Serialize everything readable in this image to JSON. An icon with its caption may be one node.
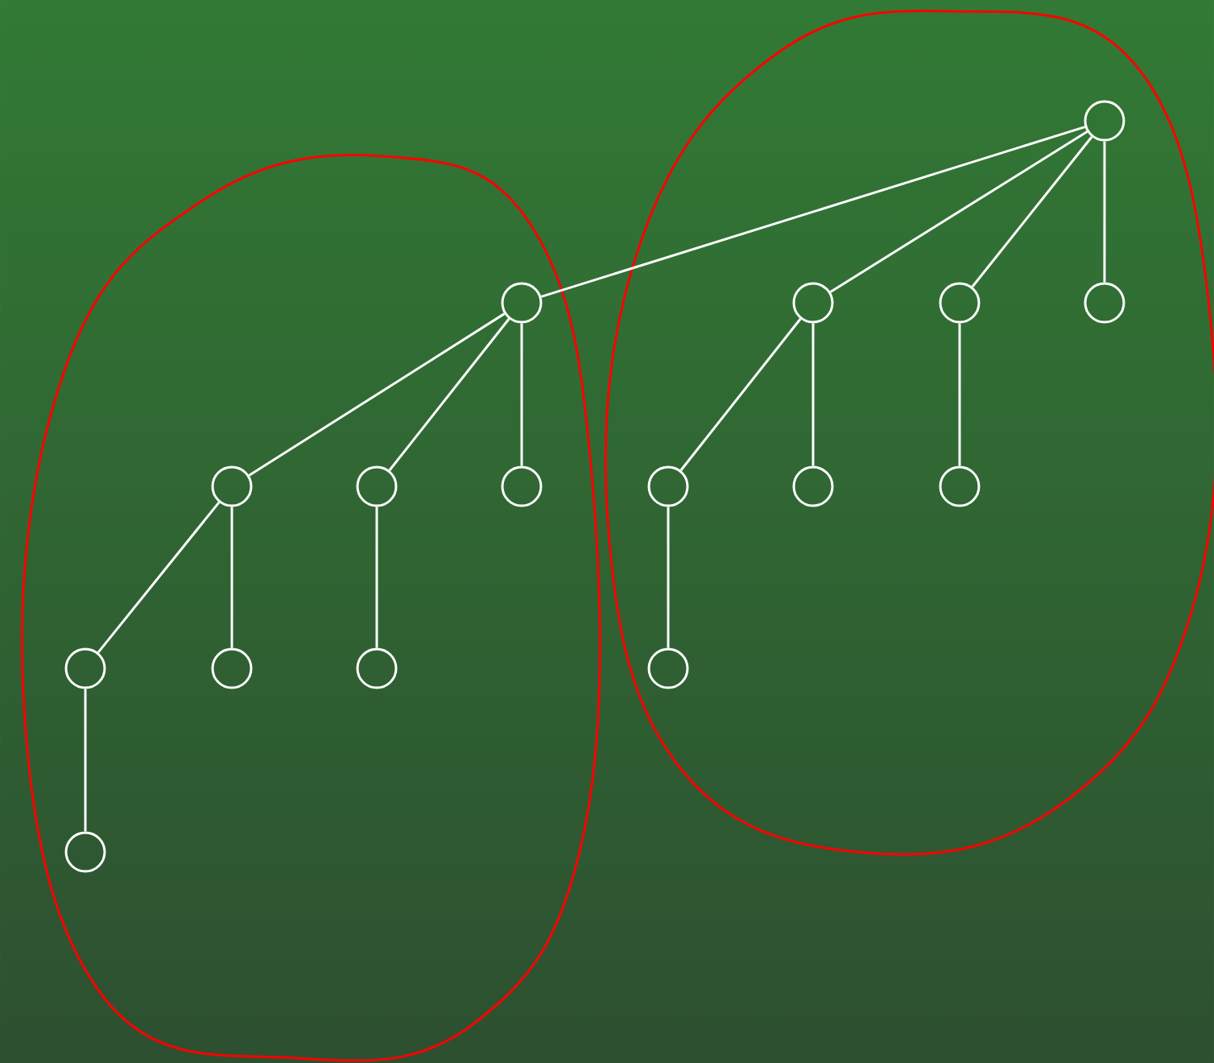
{
  "diagram": {
    "nodes": [
      {
        "text": [],
        "shape": "circle"
      },
      {
        "text": [],
        "shape": "circle"
      },
      {
        "text": [],
        "shape": "circle"
      },
      {
        "text": [],
        "shape": "circle"
      },
      {
        "text": [],
        "shape": "circle"
      },
      {
        "text": [],
        "shape": "circle"
      },
      {
        "text": [],
        "shape": "circle"
      },
      {
        "text": [],
        "shape": "circle"
      },
      {
        "text": [],
        "shape": "circle"
      },
      {
        "text": [],
        "shape": "circle"
      },
      {
        "text": [],
        "shape": "circle"
      },
      {
        "text": [],
        "shape": "circle"
      },
      {
        "text": [],
        "shape": "circle"
      },
      {
        "text": [],
        "shape": "circle"
      },
      {
        "text": [],
        "shape": "circle"
      },
      {
        "text": [],
        "shape": "circle"
      }
    ],
    "edges": [
      {
        "from": 0,
        "to": 1,
        "arrow": "none"
      },
      {
        "from": 0,
        "to": 2,
        "arrow": "none"
      },
      {
        "from": 0,
        "to": 3,
        "arrow": "none"
      },
      {
        "from": 0,
        "to": 4,
        "arrow": "none"
      },
      {
        "from": 1,
        "to": 5,
        "arrow": "none"
      },
      {
        "from": 1,
        "to": 6,
        "arrow": "none"
      },
      {
        "from": 1,
        "to": 7,
        "arrow": "none"
      },
      {
        "from": 2,
        "to": 8,
        "arrow": "none"
      },
      {
        "from": 2,
        "to": 9,
        "arrow": "none"
      },
      {
        "from": 3,
        "to": 10,
        "arrow": "none"
      },
      {
        "from": 5,
        "to": 11,
        "arrow": "none"
      },
      {
        "from": 5,
        "to": 12,
        "arrow": "none"
      },
      {
        "from": 6,
        "to": 13,
        "arrow": "none"
      },
      {
        "from": 8,
        "to": 14,
        "arrow": "none"
      },
      {
        "from": 11,
        "to": 15,
        "arrow": "none"
      }
    ]
  }
}
